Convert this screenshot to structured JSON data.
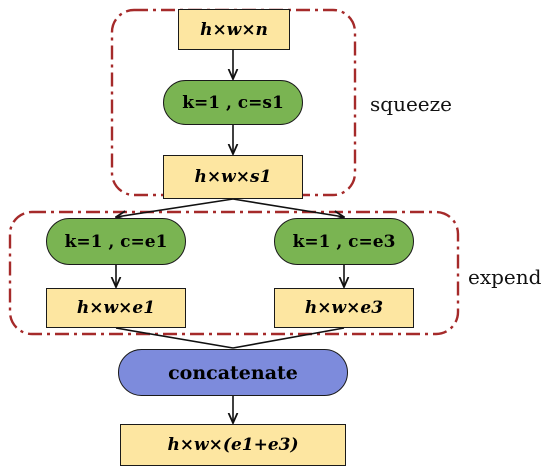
{
  "nodes": {
    "input": "h×w×n",
    "squeeze_conv": "k=1 , c=s1",
    "squeeze_out": "h×w×s1",
    "expand_conv1": "k=1 , c=e1",
    "expand_conv3": "k=1 , c=e3",
    "expand_out1": "h×w×e1",
    "expand_out3": "h×w×e3",
    "concat": "concatenate",
    "output": "h×w×(e1+e3)"
  },
  "groups": {
    "squeeze": "squeeze",
    "expand": "expend"
  },
  "colors": {
    "box_fill": "#fde6a1",
    "conv_fill": "#7ab452",
    "concat_fill": "#7d8bdc",
    "group_border": "#a52a2a"
  }
}
